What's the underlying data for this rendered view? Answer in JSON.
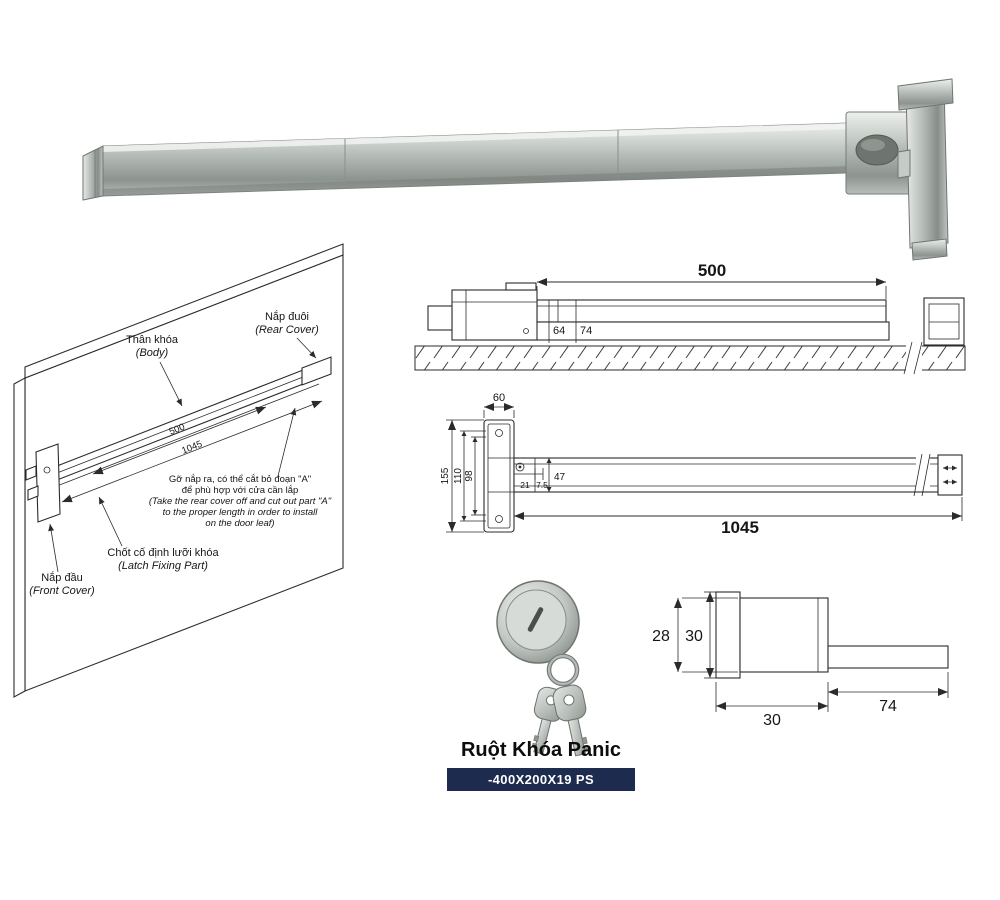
{
  "product": {
    "title": "Ruột Khóa Panic",
    "model": "-400X200X19 PS"
  },
  "door_diagram": {
    "rear_cover": {
      "vi": "Nắp đuôi",
      "en": "(Rear Cover)"
    },
    "body": {
      "vi": "Thân khóa",
      "en": "(Body)"
    },
    "d500": "500",
    "d1045": "1045",
    "note": {
      "l1": "Gỡ nắp ra, có thể cắt bỏ đoạn \"A\"",
      "l2": "để phù hợp với cửa cần lắp",
      "l3": "(Take the rear cover off and cut out part \"A\"",
      "l4": "to the proper length in order to install",
      "l5": "on the door leaf)"
    },
    "latch": {
      "vi": "Chốt cố định lưỡi khóa",
      "en": "(Latch Fixing Part)"
    },
    "front_cover": {
      "vi": "Nắp đầu",
      "en": "(Front Cover)"
    }
  },
  "top_view": {
    "d500": "500",
    "d64": "64",
    "d74": "74"
  },
  "side_view": {
    "d60": "60",
    "d155": "155",
    "d110": "110",
    "d98": "98",
    "d21": "21",
    "d75": "7.5",
    "d47": "47",
    "d1045": "1045"
  },
  "cylinder_view": {
    "d28": "28",
    "d30h": "30",
    "d30w": "30",
    "d74": "74"
  },
  "colors": {
    "badge_bg": "#1c2b4e",
    "metal": "#b9bfba",
    "line": "#2b2b2b"
  }
}
